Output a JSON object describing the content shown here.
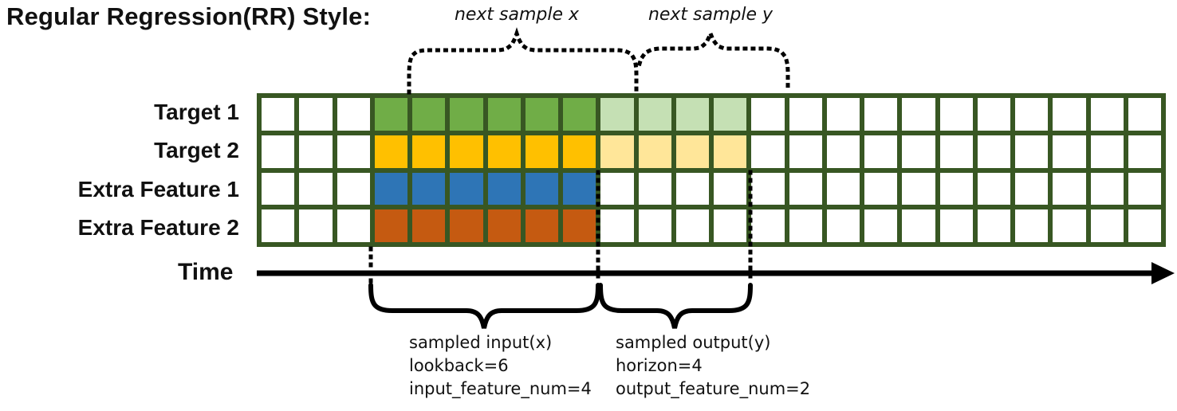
{
  "title": "Regular Regression(RR) Style:",
  "colors": {
    "grid_line": "#385723",
    "target1_input": "#70AD47",
    "target1_output": "#C5E0B4",
    "target2_input": "#FFC000",
    "target2_output": "#FFE699",
    "extra_feature1_input": "#2E75B6",
    "extra_feature2_input": "#C55A11",
    "empty_cell": "#FFFFFF",
    "annotation": "#000000"
  },
  "grid": {
    "columns": 24,
    "rows": [
      {
        "label": "Target 1",
        "segments": [
          {
            "count": 3,
            "color": "#FFFFFF",
            "role": "empty"
          },
          {
            "count": 6,
            "color": "#70AD47",
            "role": "sampled-input"
          },
          {
            "count": 4,
            "color": "#C5E0B4",
            "role": "sampled-output"
          },
          {
            "count": 11,
            "color": "#FFFFFF",
            "role": "empty"
          }
        ]
      },
      {
        "label": "Target 2",
        "segments": [
          {
            "count": 3,
            "color": "#FFFFFF",
            "role": "empty"
          },
          {
            "count": 6,
            "color": "#FFC000",
            "role": "sampled-input"
          },
          {
            "count": 4,
            "color": "#FFE699",
            "role": "sampled-output"
          },
          {
            "count": 11,
            "color": "#FFFFFF",
            "role": "empty"
          }
        ]
      },
      {
        "label": "Extra Feature 1",
        "segments": [
          {
            "count": 3,
            "color": "#FFFFFF",
            "role": "empty"
          },
          {
            "count": 6,
            "color": "#2E75B6",
            "role": "sampled-input"
          },
          {
            "count": 15,
            "color": "#FFFFFF",
            "role": "empty"
          }
        ]
      },
      {
        "label": "Extra Feature 2",
        "segments": [
          {
            "count": 3,
            "color": "#FFFFFF",
            "role": "empty"
          },
          {
            "count": 6,
            "color": "#C55A11",
            "role": "sampled-input"
          },
          {
            "count": 15,
            "color": "#FFFFFF",
            "role": "empty"
          }
        ]
      }
    ]
  },
  "annotations": {
    "next_sample_x": "next sample x",
    "next_sample_y": "next sample y",
    "time_label": "Time",
    "input_block": {
      "line1": "sampled input(x)",
      "line2": "lookback=6",
      "line3": "input_feature_num=4"
    },
    "output_block": {
      "line1": "sampled output(y)",
      "line2": "horizon=4",
      "line3": "output_feature_num=2"
    }
  }
}
